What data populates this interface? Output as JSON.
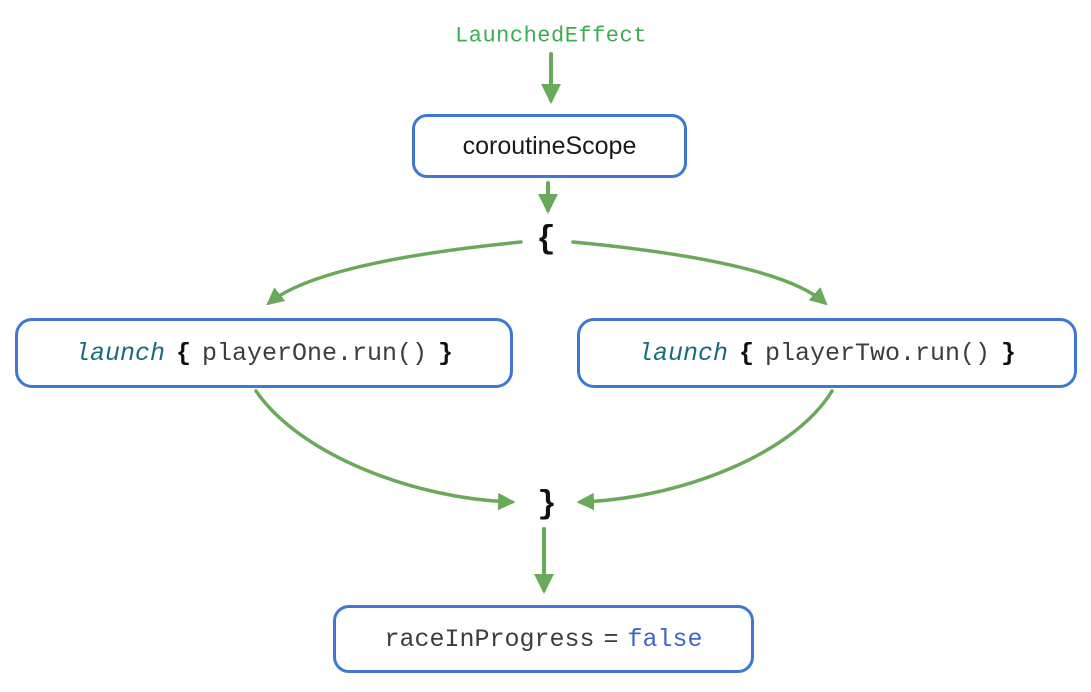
{
  "diagram": {
    "top_label": "LaunchedEffect",
    "nodes": {
      "scope": {
        "label": "coroutineScope"
      },
      "launch_one": {
        "keyword": "launch",
        "open_brace": "{",
        "body": "playerOne.run()",
        "close_brace": "}"
      },
      "launch_two": {
        "keyword": "launch",
        "open_brace": "{",
        "body": "playerTwo.run()",
        "close_brace": "}"
      },
      "result": {
        "variable": "raceInProgress",
        "equals": "=",
        "value": "false"
      }
    },
    "flow_symbols": {
      "open_brace": "{",
      "close_brace": "}"
    },
    "colors": {
      "arrow_green": "#69aa5a",
      "label_green": "#3cac50",
      "box_border_blue": "#3e78d4",
      "keyword_teal": "#1a6b7d",
      "value_blue": "#3e66c8",
      "code_gray": "#3d3d3d",
      "brace_black": "#111111"
    }
  }
}
